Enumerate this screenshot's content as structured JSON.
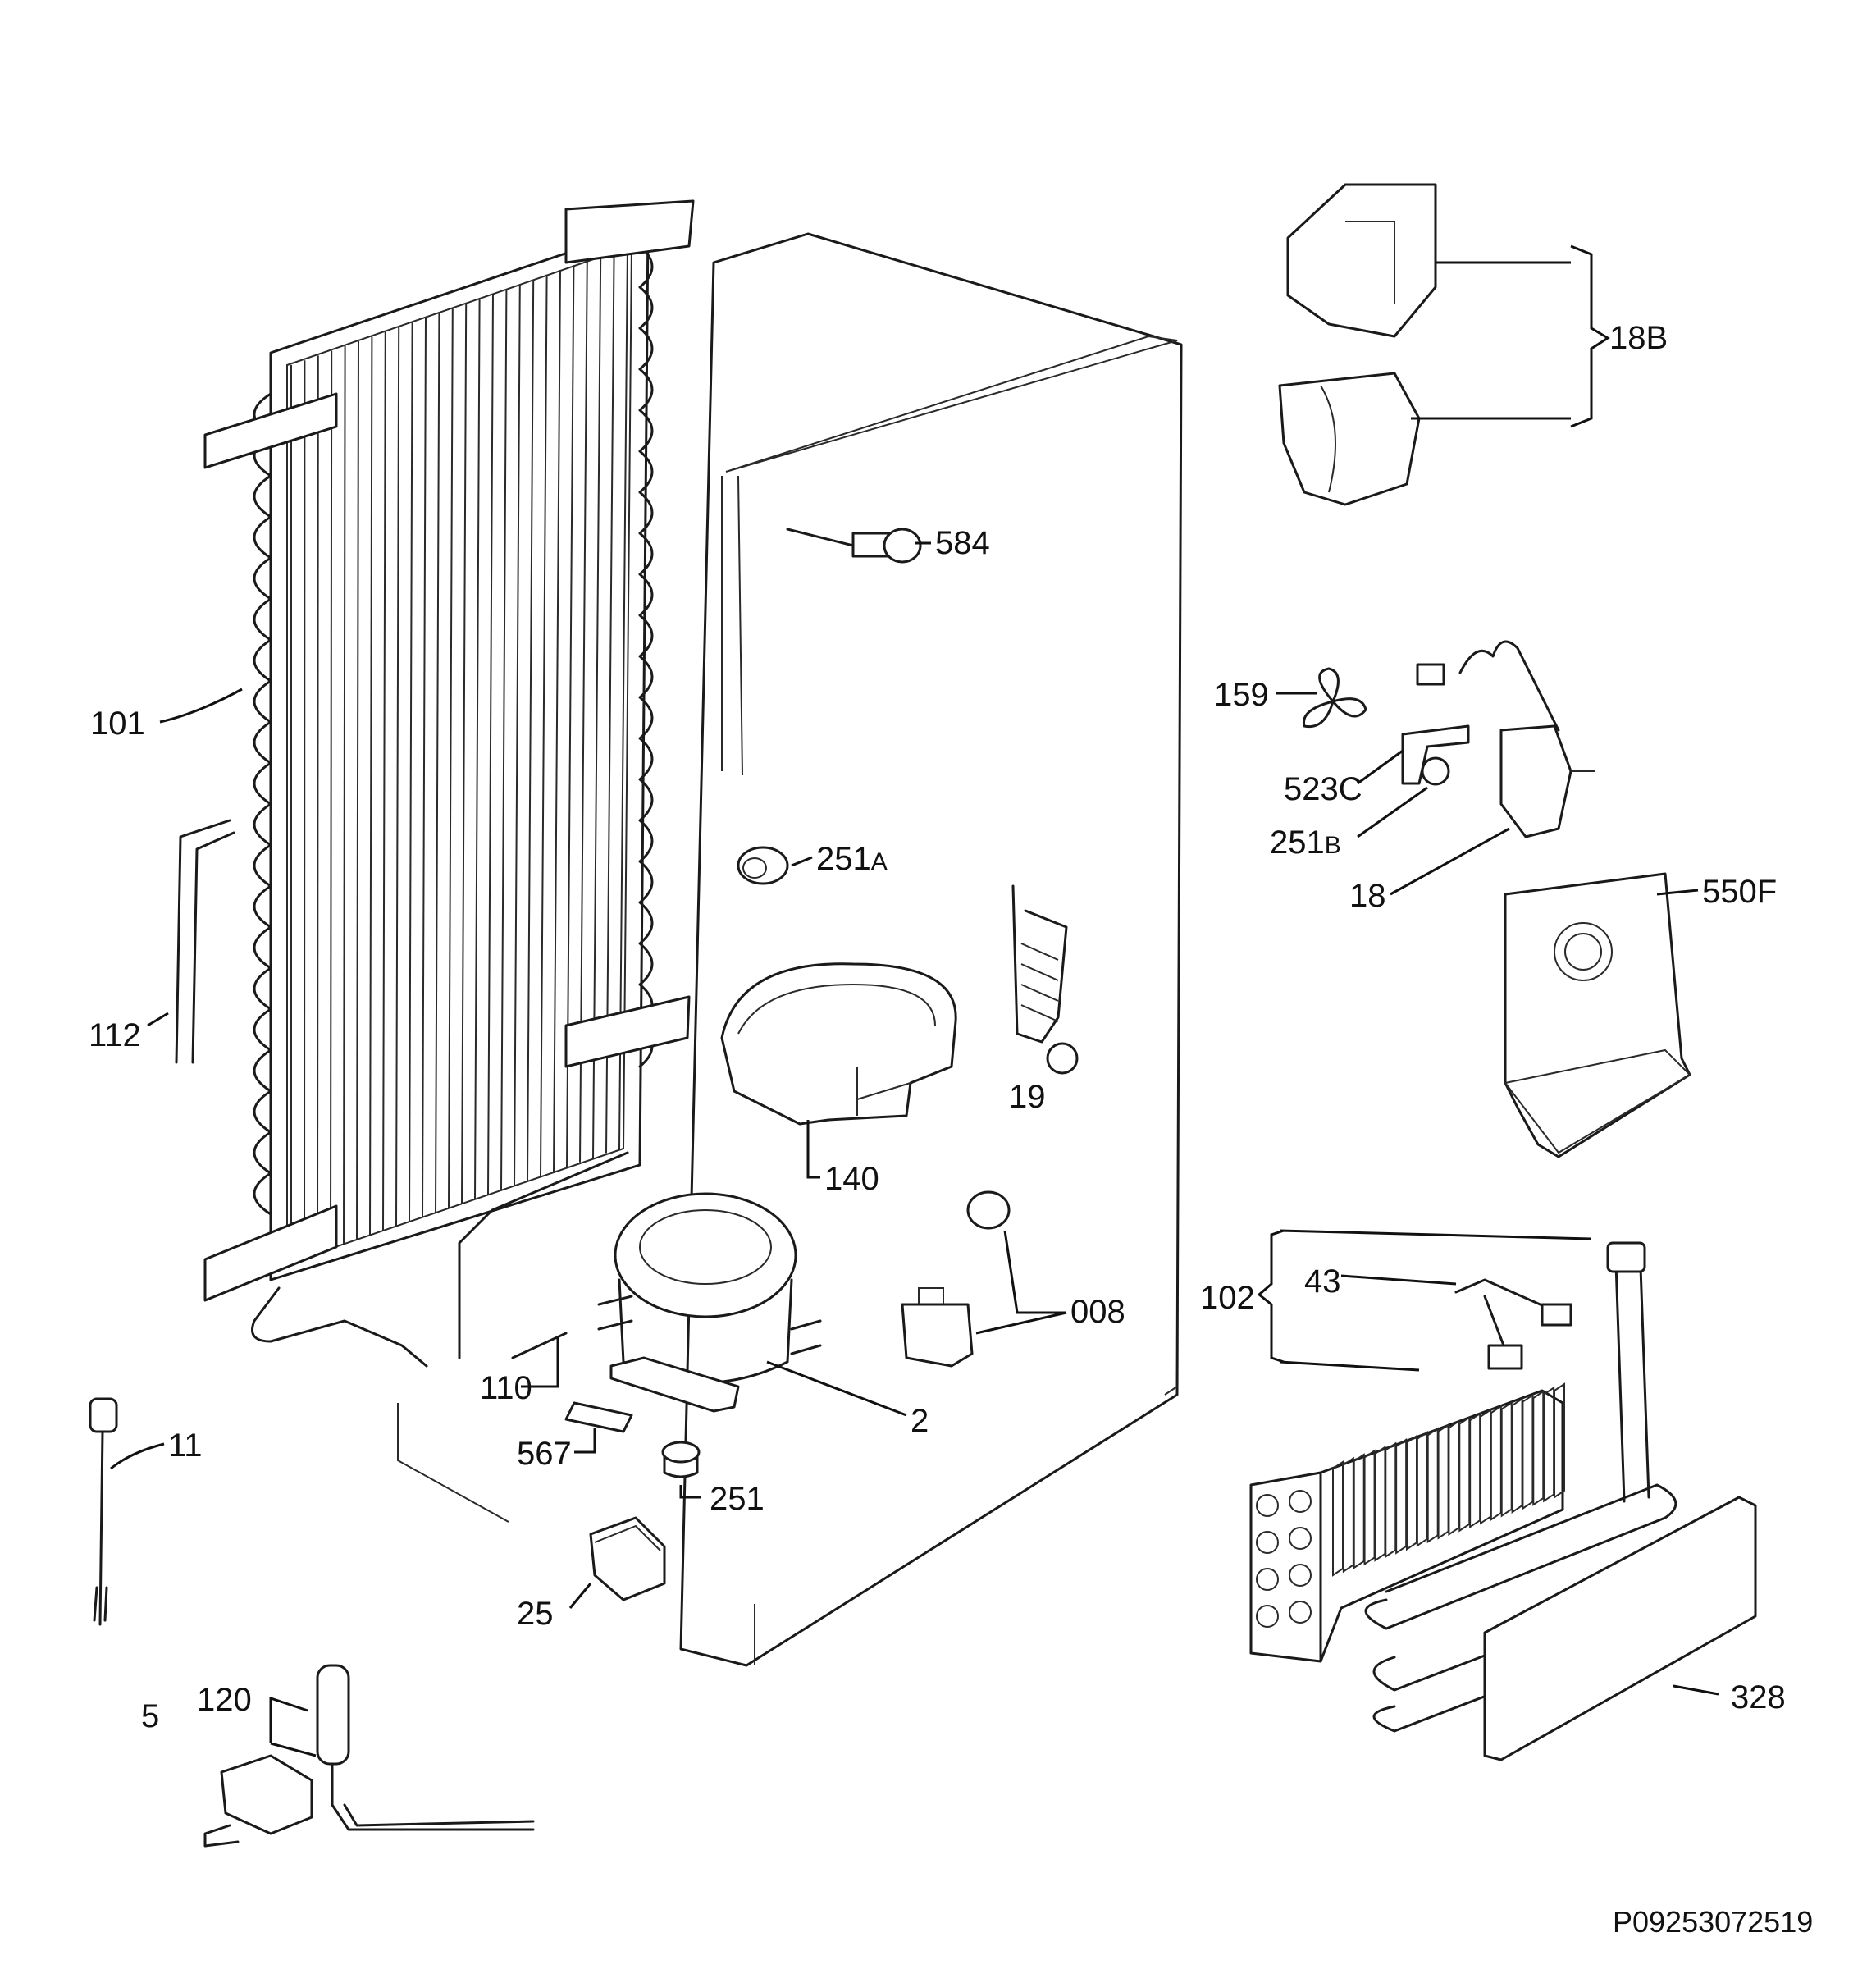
{
  "labels": {
    "l101": "101",
    "l112": "112",
    "l11": "11",
    "l584": "584",
    "l251a": "251",
    "l251a_suffix": "A",
    "l140": "140",
    "l19": "19",
    "l110": "110",
    "l567": "567",
    "l2": "2",
    "l251": "251",
    "l008": "008",
    "l25": "25",
    "l5": "5",
    "l120": "120",
    "l18b": "18B",
    "l159": "159",
    "l523c": "523C",
    "l251b": "251",
    "l251b_suffix": "B",
    "l18": "18",
    "l550f": "550F",
    "l102": "102",
    "l43": "43",
    "l328": "328"
  },
  "drawing_code": "P09253072519"
}
